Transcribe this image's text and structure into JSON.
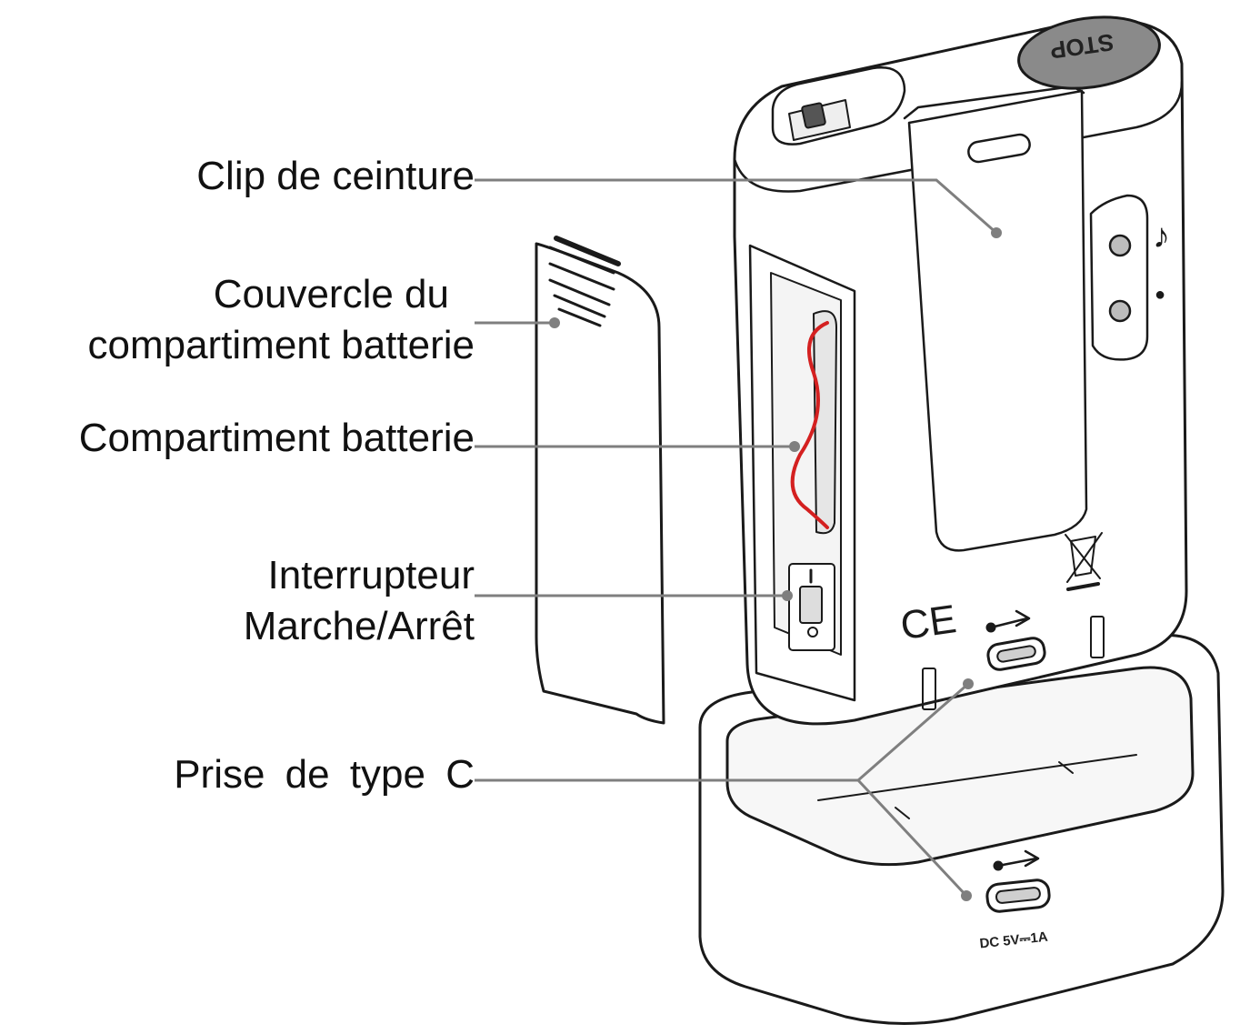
{
  "labels": {
    "belt_clip": "Clip de ceinture",
    "battery_cover_line1": "Couvercle du",
    "battery_cover_line2": "compartiment batterie",
    "battery_compartment": "Compartiment batterie",
    "power_switch_line1": "Interrupteur",
    "power_switch_line2": "Marche/Arrêt",
    "typec_socket": "Prise de type C"
  },
  "device": {
    "stop_button": "STOP",
    "charging_spec": "DC 5V⎓1A",
    "ce_mark": "CE",
    "music_note_symbol": "♪",
    "dot_symbol": "●"
  },
  "colors": {
    "line": "#7f7f7f",
    "outline": "#1a1a1a",
    "stop_button_fill": "#8a8a8a",
    "wire_red": "#d42020"
  }
}
